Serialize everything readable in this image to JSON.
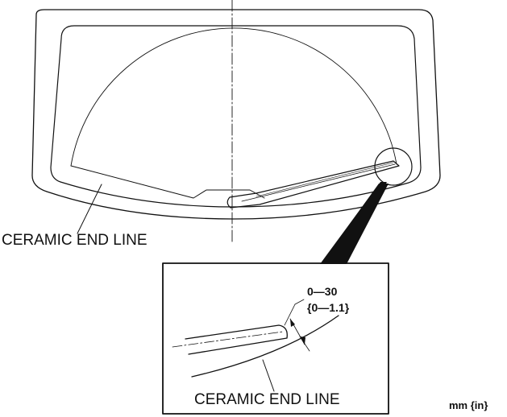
{
  "labels": {
    "ceramic_end_line_main": "CERAMIC END LINE",
    "ceramic_end_line_detail": "CERAMIC END LINE",
    "dimension_mm": "0—30",
    "dimension_in": "{0—1.1}",
    "units": "mm {in}"
  },
  "colors": {
    "line": "#111111",
    "background": "#ffffff"
  }
}
